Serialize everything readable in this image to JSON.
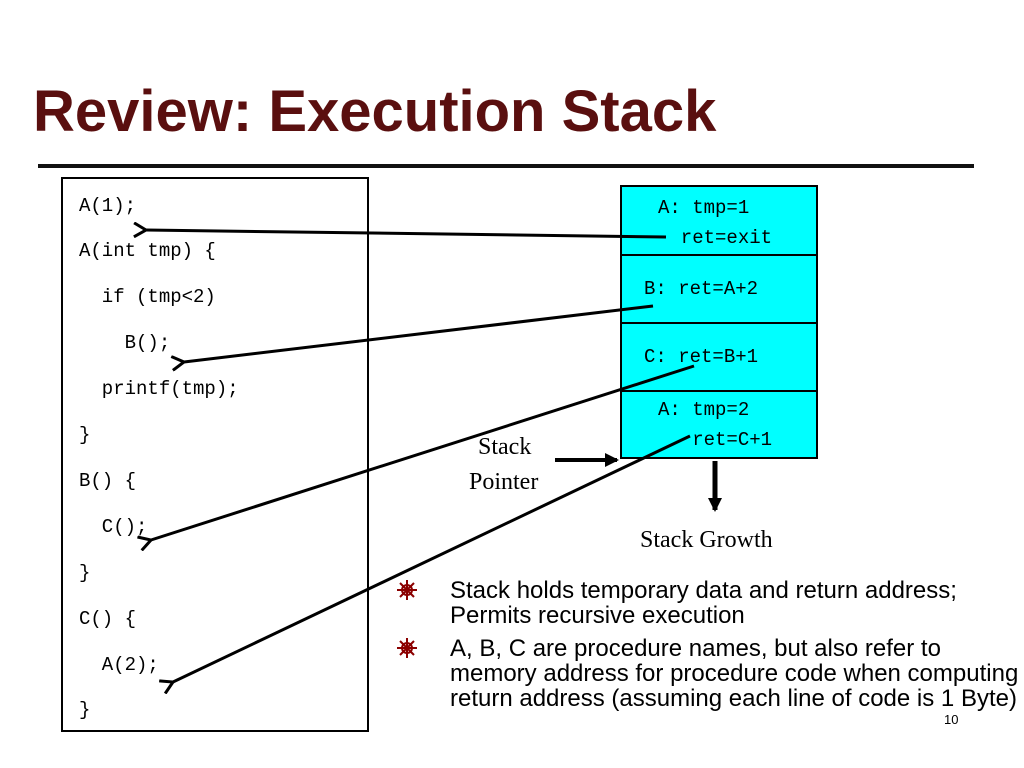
{
  "title": "Review: Execution Stack",
  "code_lines": [
    "A(1);",
    "A(int tmp) {",
    "  if (tmp<2)",
    "    B();",
    "  printf(tmp);",
    "}",
    "B() {",
    "  C();",
    "}",
    "C() {",
    "  A(2);",
    "}"
  ],
  "stack_frames": [
    {
      "line1": "A: tmp=1",
      "line2": "  ret=exit"
    },
    {
      "line1": "B: ret=A+2",
      "line2": ""
    },
    {
      "line1": "C: ret=B+1",
      "line2": ""
    },
    {
      "line1": "A: tmp=2",
      "line2": "   ret=C+1"
    }
  ],
  "stack_pointer_label": {
    "line1": "Stack",
    "line2": "Pointer"
  },
  "stack_growth_label": "Stack Growth",
  "bullets": [
    "Stack holds temporary data and return address; Permits recursive execution",
    "A, B, C are procedure names, but also refer to memory address for procedure code when computing return address (assuming each line of code is 1 Byte)"
  ],
  "page_number": "10",
  "colors": {
    "title": "#5a0f0f",
    "stack_fill": "#00ffff",
    "bullet_icon": "#8b0000"
  },
  "icons": {
    "bullet": "ship-wheel-icon"
  }
}
